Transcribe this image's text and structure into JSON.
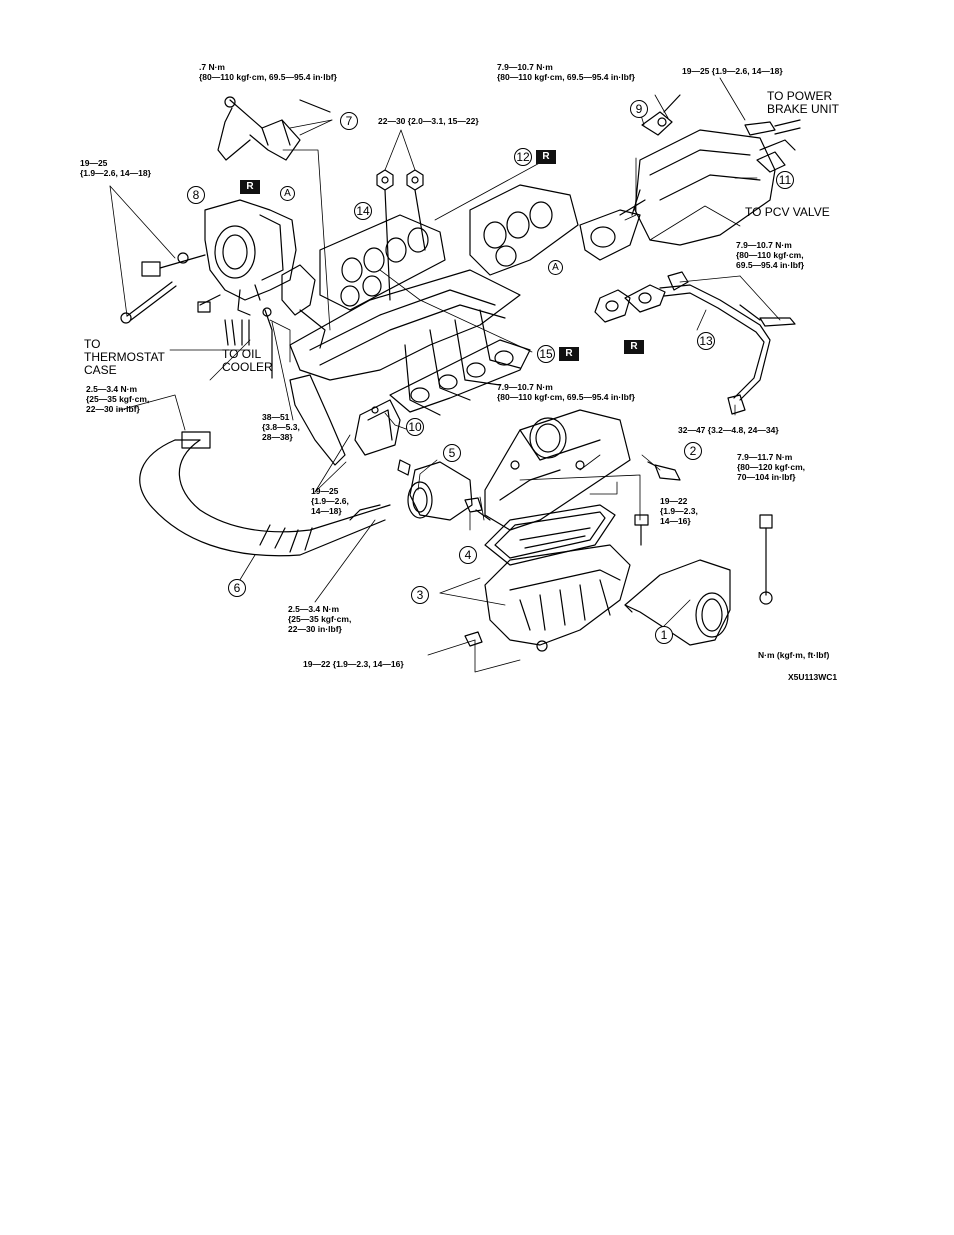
{
  "torque_labels": {
    "t7": ".7 N·m\n{80—110 kgf·cm, 69.5—95.4 in·lbf}",
    "t9": "7.9—10.7 N·m\n{80—110 kgf·cm, 69.5—95.4 in·lbf}",
    "t_top_right": "19—25 {1.9—2.6, 14—18}",
    "t_nuts": "22—30 {2.0—3.1, 15—22}",
    "t_left": "19—25\n{1.9—2.6, 14—18}",
    "t_13": "7.9—10.7 N·m\n{80—110 kgf·cm,\n69.5—95.4 in·lbf}",
    "t_hose_left": "2.5—3.4 N·m\n{25—35 kgf·cm,\n22—30 in·lbf}",
    "t_38": "38—51\n{3.8—5.3,\n28—38}",
    "t_aircleaner": "7.9—10.7 N·m\n{80—110 kgf·cm, 69.5—95.4 in·lbf}",
    "t_pipe": "32—47 {3.2—4.8, 24—34}",
    "t_bracket": "19—25\n{1.9—2.6,\n14—18}",
    "t_right_bolt": "7.9—11.7 N·m\n{80—120 kgf·cm,\n70—104 in·lbf}",
    "t_box_bolt": "19—22\n{1.9—2.3,\n14—16}",
    "t_hose_mid": "2.5—3.4 N·m\n{25—35 kgf·cm,\n22—30 in·lbf}",
    "t_bottom": "19—22 {1.9—2.3, 14—16}"
  },
  "text_labels": {
    "power_brake": "TO POWER\nBRAKE UNIT",
    "pcv": "TO PCV VALVE",
    "thermostat": "TO\nTHERMOSTAT\nCASE",
    "oil_cooler": "TO OIL\nCOOLER",
    "units": "N·m (kgf·m, ft·lbf)",
    "code": "X5U113WC1"
  },
  "callouts": [
    "1",
    "2",
    "3",
    "4",
    "5",
    "6",
    "7",
    "8",
    "9",
    "10",
    "11",
    "12",
    "13",
    "14",
    "15"
  ],
  "letters": [
    "A",
    "A",
    "A"
  ],
  "replace_mark": "R"
}
